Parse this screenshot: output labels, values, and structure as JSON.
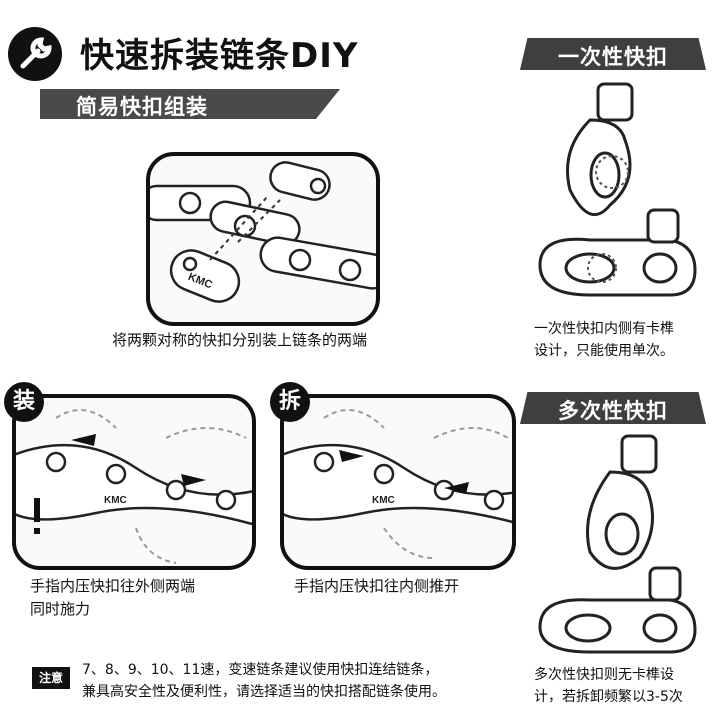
{
  "header": {
    "title": "快速拆装链条DIY",
    "subtitle": "简易快扣组装"
  },
  "assembly": {
    "caption": "将两颗对称的快扣分别装上链条的两端",
    "brand_label": "KMC"
  },
  "install": {
    "badge": "装",
    "caption_line1": "手指内压快扣往外侧两端",
    "caption_line2": "同时施力",
    "brand_label": "KMC"
  },
  "remove": {
    "badge": "拆",
    "caption": "手指内压快扣往内侧推开",
    "brand_label": "KMC"
  },
  "single_use": {
    "header": "一次性快扣",
    "caption_line1": "一次性快扣内侧有卡榫",
    "caption_line2": "设计，只能使用单次。"
  },
  "multi_use": {
    "header": "多次性快扣",
    "caption_line1": "多次性快扣则无卡榫设",
    "caption_line2": "计，若拆卸频繁以3-5次"
  },
  "note": {
    "badge": "注意",
    "line1": "7、8、9、10、11速，变速链条建议使用快扣连结链条，",
    "line2": "兼具高安全性及便利性，请选择适当的快扣搭配链条使用。"
  },
  "icons": {
    "title_icon": "wrench-icon",
    "warning_icon": "exclamation-icon"
  },
  "colors": {
    "primary": "#111111",
    "header_bar": "#3f3f3f"
  }
}
